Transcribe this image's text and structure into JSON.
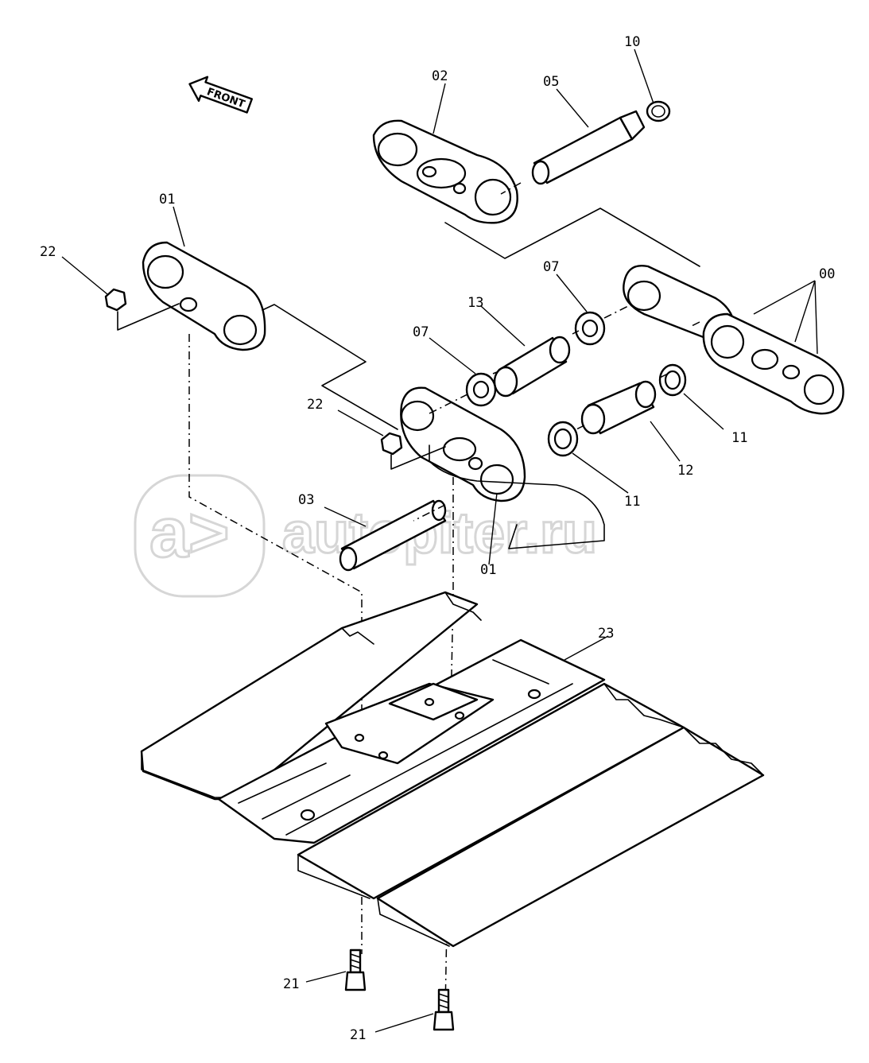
{
  "front_arrow": {
    "label": "FRONT",
    "icon": "arrow-left-icon"
  },
  "watermark": {
    "logo": "a>",
    "text": "autopiter.ru",
    "color": "#d6d6d6"
  },
  "callouts": [
    {
      "id": "c-10",
      "text": "10"
    },
    {
      "id": "c-02",
      "text": "02"
    },
    {
      "id": "c-05",
      "text": "05"
    },
    {
      "id": "c-01-top",
      "text": "01"
    },
    {
      "id": "c-22-top",
      "text": "22"
    },
    {
      "id": "c-07-upper",
      "text": "07"
    },
    {
      "id": "c-00",
      "text": "00"
    },
    {
      "id": "c-13",
      "text": "13"
    },
    {
      "id": "c-07-lower",
      "text": "07"
    },
    {
      "id": "c-22-mid",
      "text": "22"
    },
    {
      "id": "c-11-right",
      "text": "11"
    },
    {
      "id": "c-12",
      "text": "12"
    },
    {
      "id": "c-11-mid",
      "text": "11"
    },
    {
      "id": "c-03",
      "text": "03"
    },
    {
      "id": "c-01-bottom",
      "text": "01"
    },
    {
      "id": "c-23",
      "text": "23"
    },
    {
      "id": "c-21-upper",
      "text": "21"
    },
    {
      "id": "c-21-lower",
      "text": "21"
    }
  ]
}
